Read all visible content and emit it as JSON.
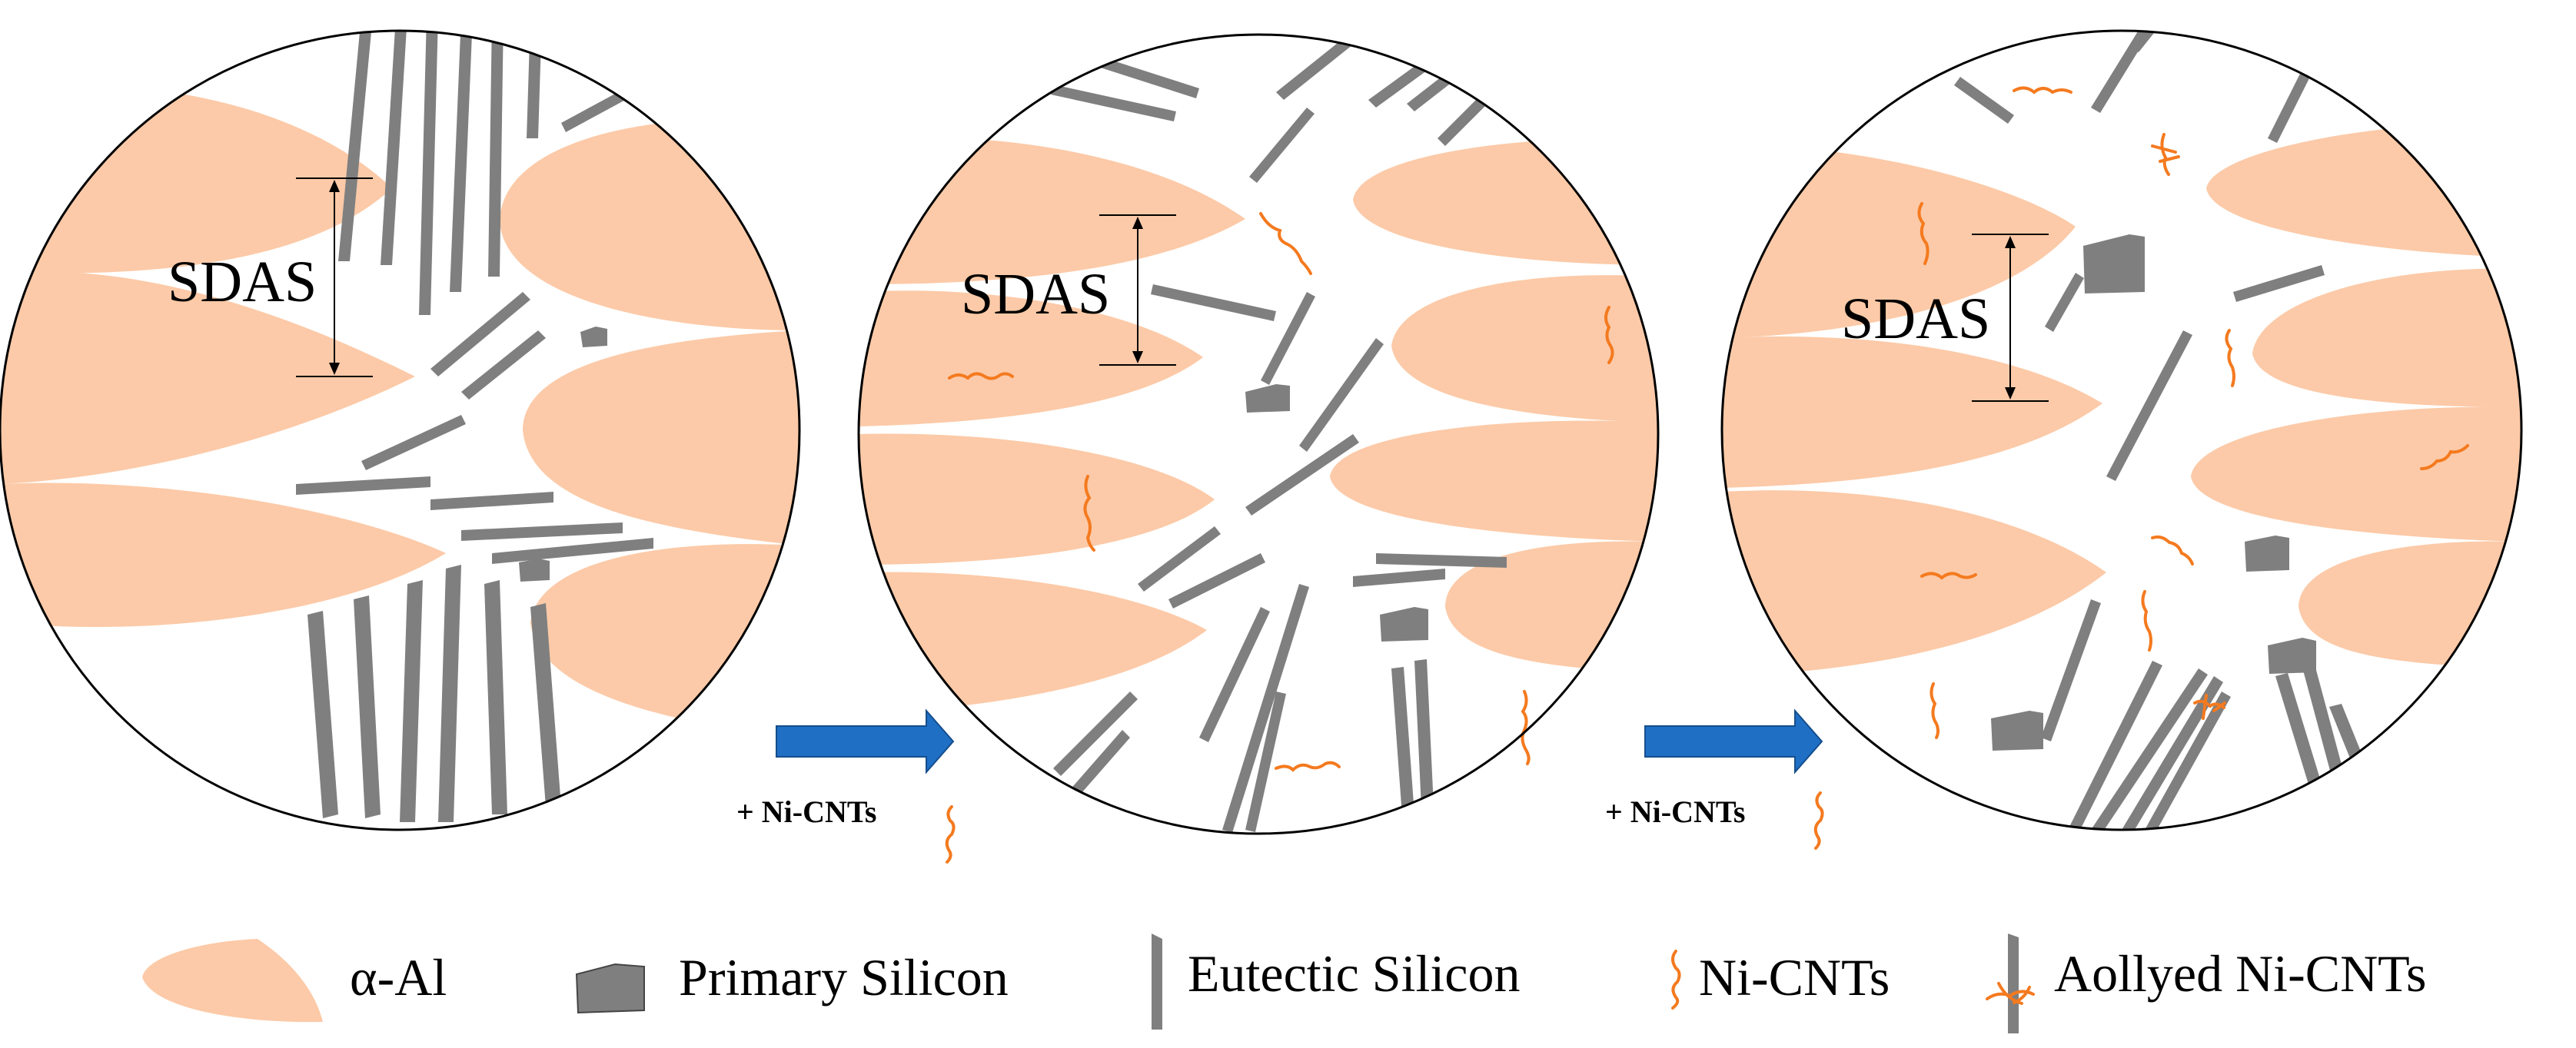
{
  "panels": [
    {
      "sdas_label": "SDAS"
    },
    {
      "sdas_label": "SDAS"
    },
    {
      "sdas_label": "SDAS"
    }
  ],
  "arrows": [
    {
      "label": "+ Ni-CNTs"
    },
    {
      "label": "+ Ni-CNTs"
    }
  ],
  "legend": [
    {
      "icon": "alpha-al-grain-icon",
      "label": "α-Al"
    },
    {
      "icon": "primary-silicon-icon",
      "label": "Primary Silicon"
    },
    {
      "icon": "eutectic-silicon-icon",
      "label": "Eutectic Silicon"
    },
    {
      "icon": "ni-cnts-icon",
      "label": "Ni-CNTs"
    },
    {
      "icon": "alloyed-ni-cnts-icon",
      "label": "Aollyed Ni-CNTs"
    }
  ],
  "colors": {
    "alpha_al": "#fccaa8",
    "silicon": "#7f7f7f",
    "ni_cnts": "#f47a1f",
    "arrow": "#1f6fc5",
    "outline": "#000000"
  }
}
